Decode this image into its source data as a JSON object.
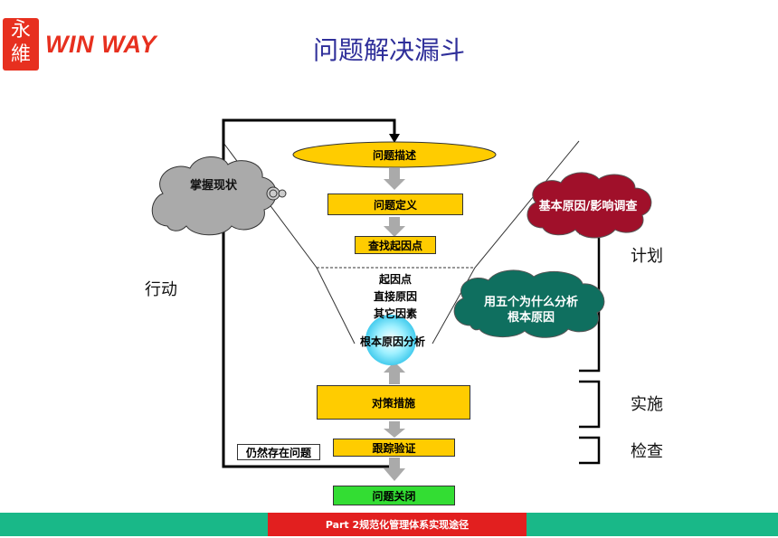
{
  "logo": {
    "seal_top": "永",
    "seal_bottom": "維",
    "brand": "WIN WAY"
  },
  "title": "问题解决漏斗",
  "funnel": {
    "describe": "问题描述",
    "define": "问题定义",
    "find_origin": "查找起因点",
    "causes": [
      "起因点",
      "直接原因",
      "其它因素"
    ],
    "root_cause": "根本原因分析",
    "measures": "对策措施",
    "verify": "跟踪验证",
    "close": "问题关闭",
    "still_exists": "仍然存在问题"
  },
  "clouds": {
    "grasp": "掌握现状",
    "investigate": "基本原因/影响调查",
    "five_why_line1": "用五个为什么分析",
    "five_why_line2": "根本原因"
  },
  "phases": {
    "action": "行动",
    "plan": "计划",
    "implement": "实施",
    "check": "检查"
  },
  "footer": "Part 2规范化管理体系实现途径",
  "colors": {
    "yellow": "#ffcc00",
    "green": "#33dd33",
    "maroon": "#a0102a",
    "teal": "#0f6f5f",
    "gray_cloud": "#aaaaaa",
    "accent_blue": "#2f2f9a",
    "footer_green": "#19b888",
    "footer_red": "#e21f1f"
  }
}
